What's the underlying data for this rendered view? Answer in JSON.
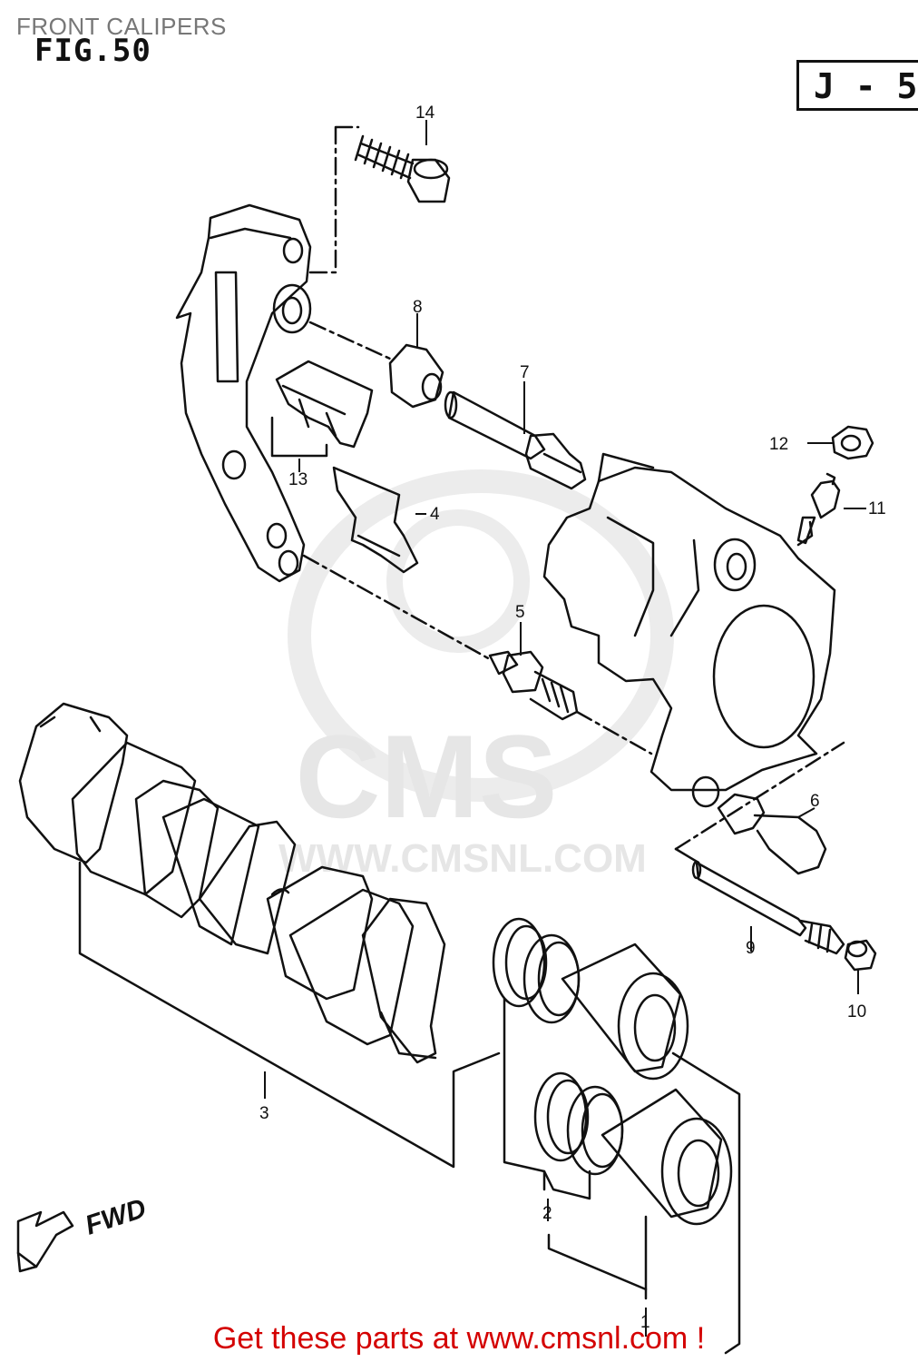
{
  "header": {
    "title": "FRONT CALIPERS",
    "figure": "FIG.50",
    "ref_code": "J - 5"
  },
  "diagram": {
    "fwd_label": "FWD",
    "watermark": {
      "brand": "CMS",
      "url": "WWW.CMSNL.COM"
    },
    "parts": [
      {
        "number": "1"
      },
      {
        "number": "2"
      },
      {
        "number": "3"
      },
      {
        "number": "4"
      },
      {
        "number": "5"
      },
      {
        "number": "6"
      },
      {
        "number": "7"
      },
      {
        "number": "8"
      },
      {
        "number": "9"
      },
      {
        "number": "10"
      },
      {
        "number": "11"
      },
      {
        "number": "12"
      },
      {
        "number": "13"
      },
      {
        "number": "14"
      }
    ]
  },
  "footer": {
    "cta": "Get these parts at www.cmsnl.com !"
  },
  "colors": {
    "line": "#111111",
    "title_gray": "#777777",
    "cta_red": "#d40000",
    "watermark": "#e6e6e6"
  }
}
